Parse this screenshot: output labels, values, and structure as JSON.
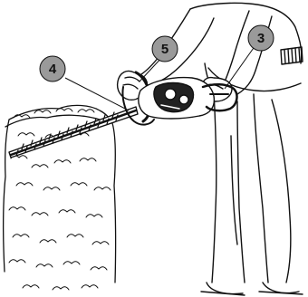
{
  "figure": {
    "subject": "hedge-trimmer-operation",
    "line_color": "#111111",
    "callout_fill": "#9a9a9a",
    "background": "#ffffff"
  },
  "callouts": [
    {
      "id": "c3",
      "label": "3"
    },
    {
      "id": "c4",
      "label": "4"
    },
    {
      "id": "c5",
      "label": "5"
    }
  ]
}
